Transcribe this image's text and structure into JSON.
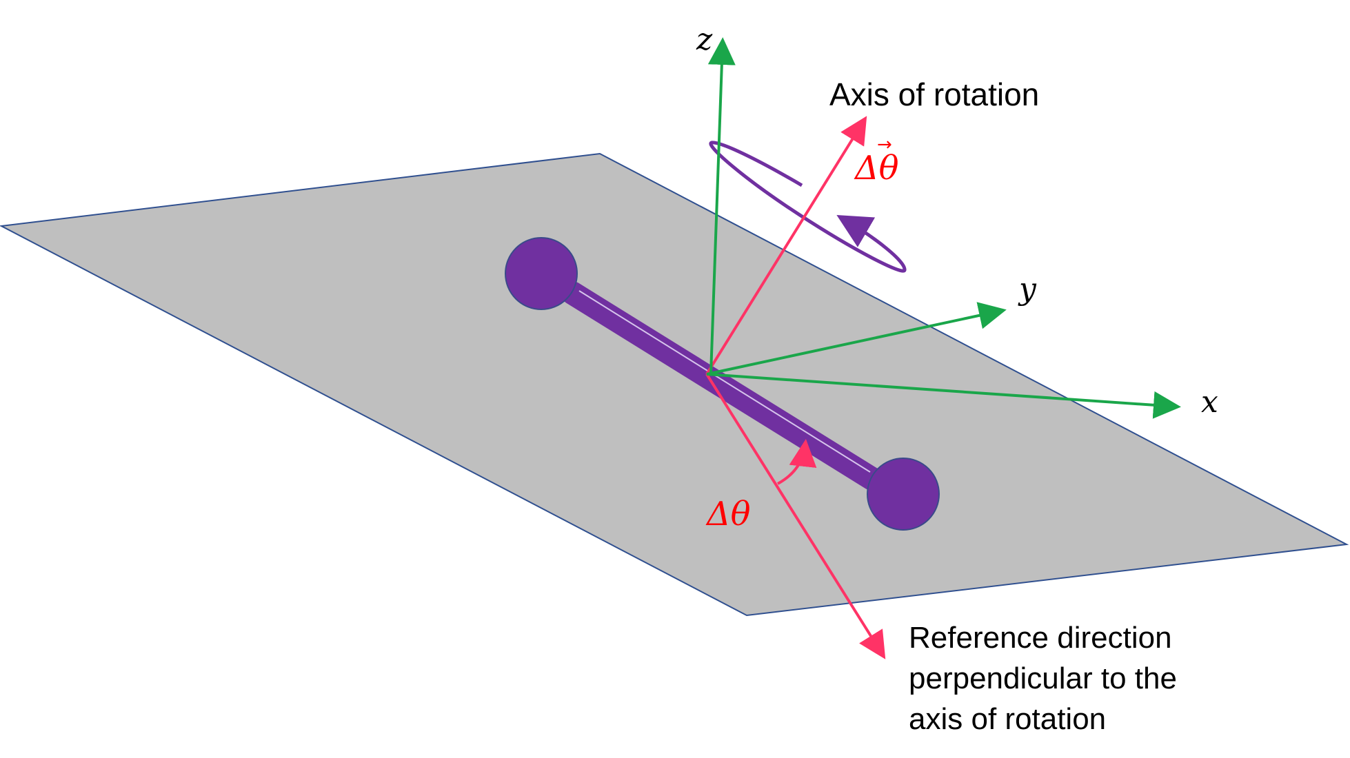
{
  "colors": {
    "plane_fill": "#bfbfbf",
    "plane_stroke": "#2f4f8f",
    "axes": "#1aa64a",
    "rotation_vector": "#ff3366",
    "rotation_label": "#ff0000",
    "molecule": "#7030a0",
    "text": "#000000"
  },
  "axes": {
    "x": "x",
    "y": "y",
    "z": "z"
  },
  "labels": {
    "axis_of_rotation": "Axis of rotation",
    "delta_theta_vector": "Δθ",
    "vector_arrow_mark": "→",
    "delta_theta_angle": "Δθ",
    "reference_line_1": "Reference direction",
    "reference_line_2": "perpendicular to the",
    "reference_line_3": "axis of rotation"
  },
  "icons": {
    "rotation_indicator": "circular-rotation-arrow-icon",
    "angle_indicator": "angle-arc-arrow-icon"
  }
}
